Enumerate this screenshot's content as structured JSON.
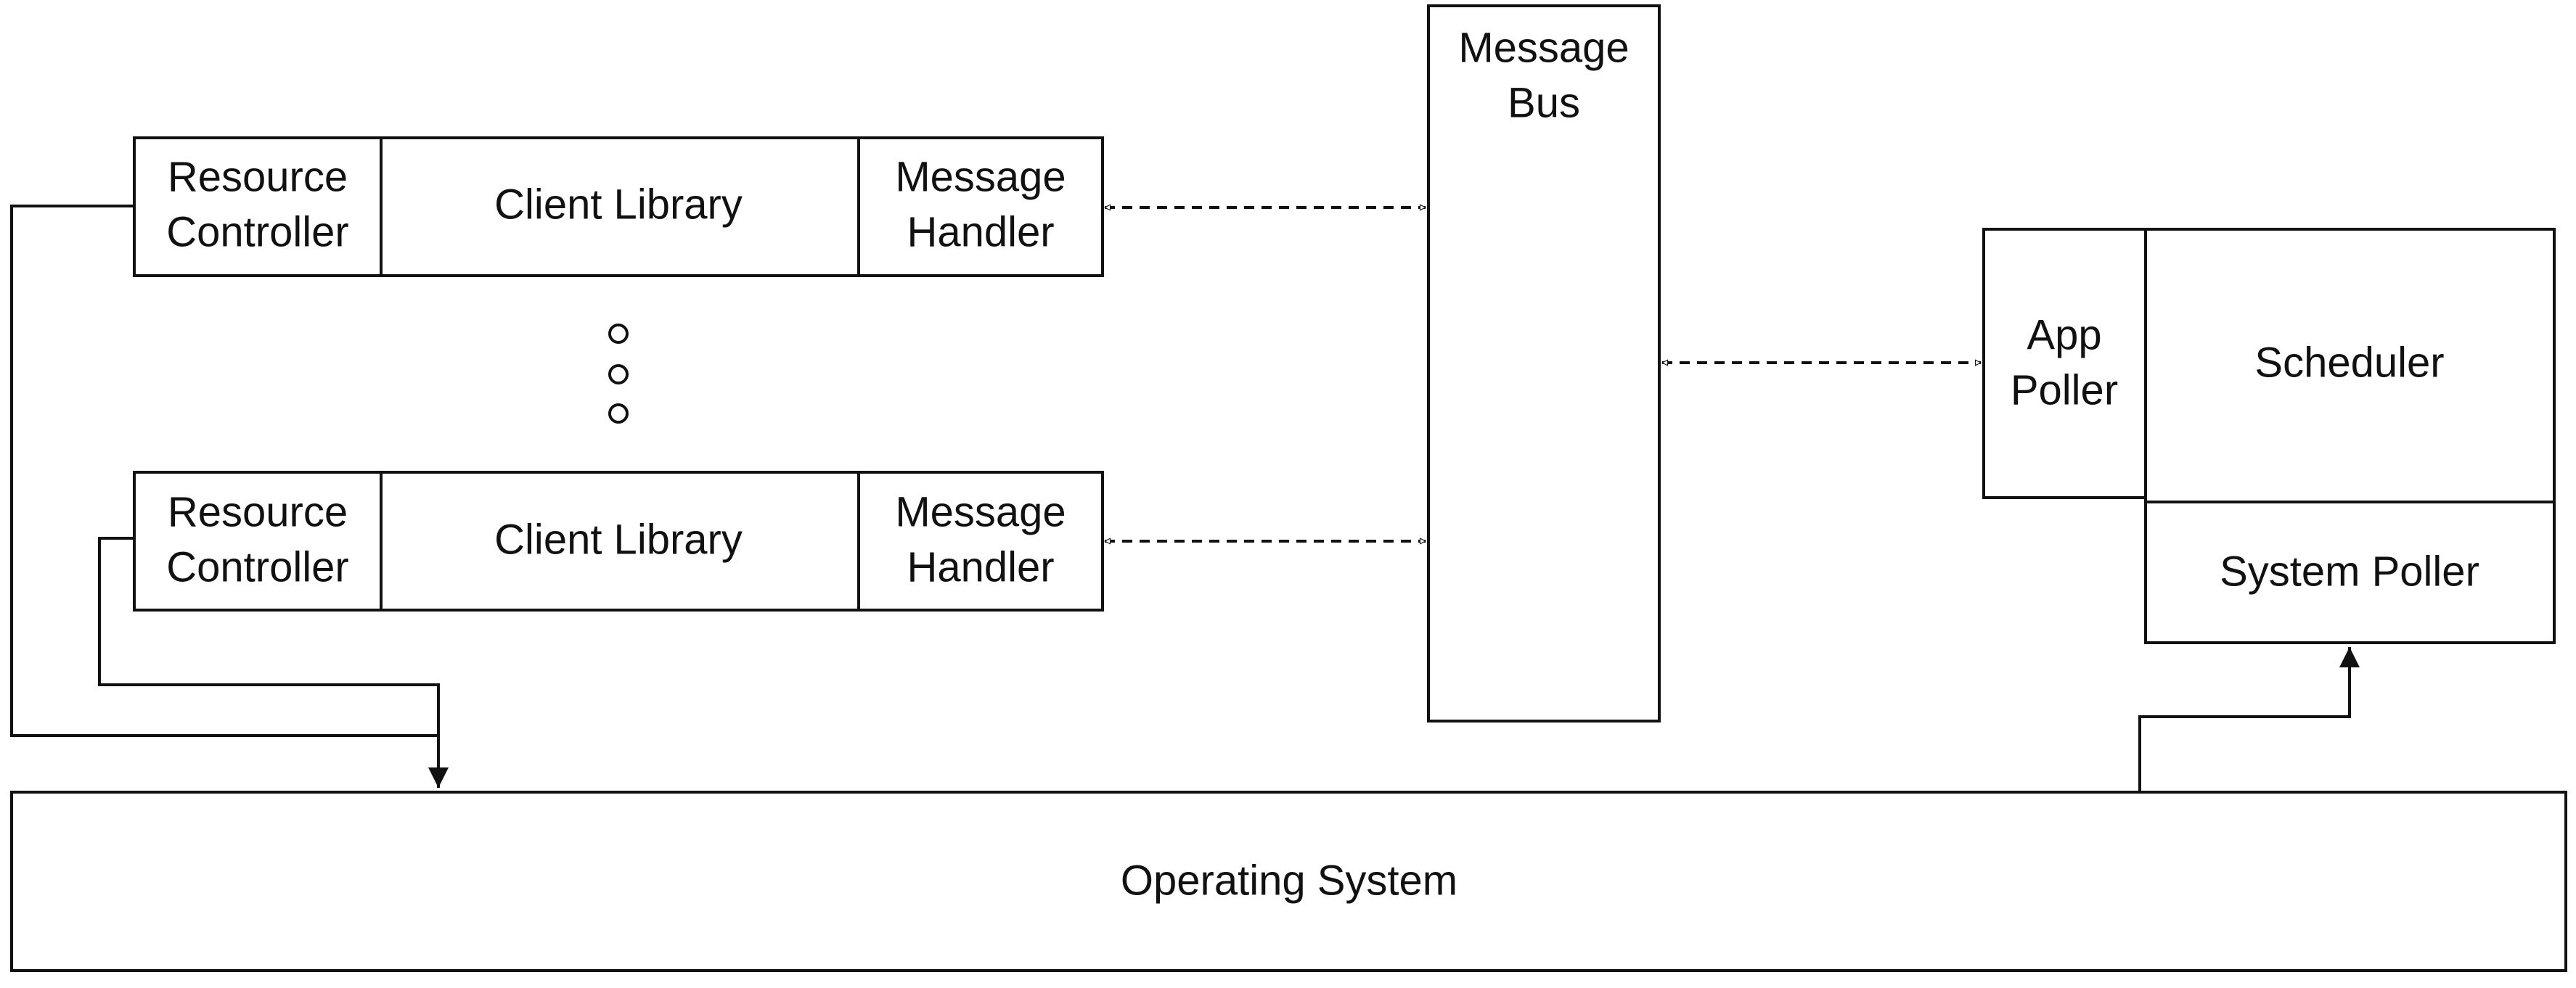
{
  "components": {
    "resource_controller": [
      "Resource",
      "Controller"
    ],
    "client_library": "Client Library",
    "message_handler": [
      "Message",
      "Handler"
    ],
    "message_bus": [
      "Message",
      "Bus"
    ],
    "app_poller": [
      "App",
      "Poller"
    ],
    "scheduler": "Scheduler",
    "system_poller": "System Poller",
    "operating_system": "Operating System"
  },
  "colors": {
    "stroke": "#111111",
    "background": "#ffffff"
  }
}
